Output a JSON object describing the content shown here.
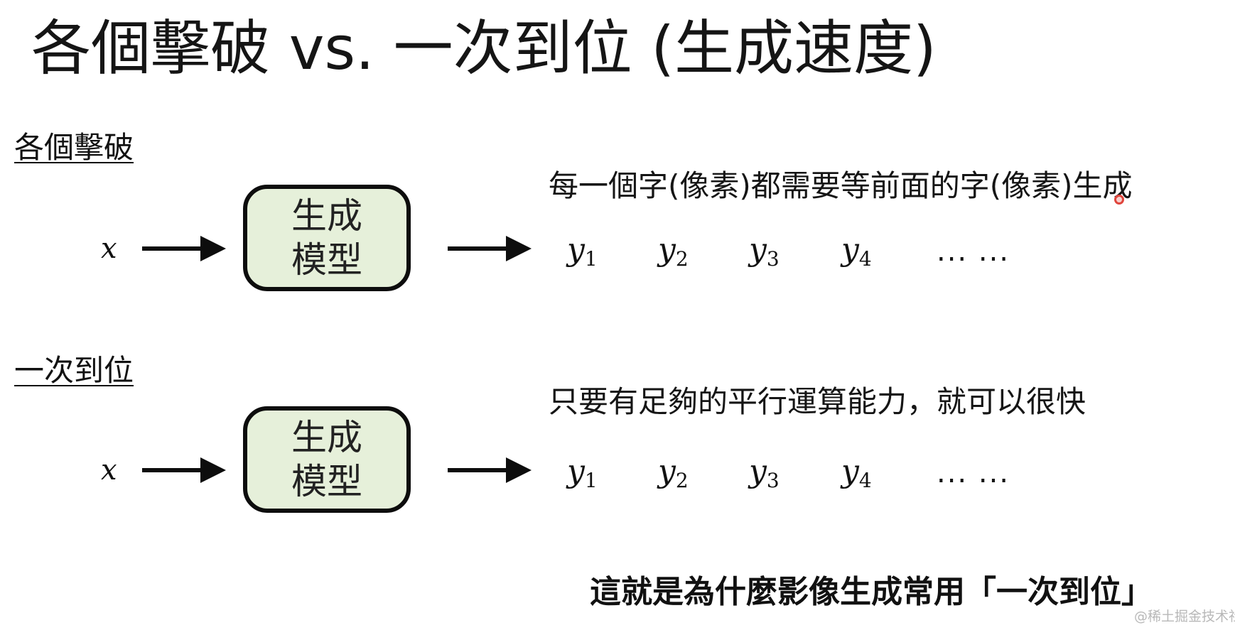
{
  "title": "各個擊破 vs. 一次到位 (生成速度)",
  "sections": [
    {
      "label": "各個擊破",
      "input": "x",
      "model": [
        "生成",
        "模型"
      ],
      "outputs": [
        {
          "symbol": "y",
          "sub": "1"
        },
        {
          "symbol": "y",
          "sub": "2"
        },
        {
          "symbol": "y",
          "sub": "3"
        },
        {
          "symbol": "y",
          "sub": "4"
        }
      ],
      "ellipsis": "... ...",
      "note": "每一個字(像素)都需要等前面的字(像素)生成"
    },
    {
      "label": "一次到位",
      "input": "x",
      "model": [
        "生成",
        "模型"
      ],
      "outputs": [
        {
          "symbol": "y",
          "sub": "1"
        },
        {
          "symbol": "y",
          "sub": "2"
        },
        {
          "symbol": "y",
          "sub": "3"
        },
        {
          "symbol": "y",
          "sub": "4"
        }
      ],
      "ellipsis": "... ...",
      "note": "只要有足夠的平行運算能力，就可以很快"
    }
  ],
  "conclusion": "這就是為什麼影像生成常用「一次到位」",
  "watermark": "@稀土掘金技术社区",
  "colors": {
    "model_fill": "#e6f0da",
    "stroke": "#0d0d0d",
    "cursor": "#e0453c"
  }
}
